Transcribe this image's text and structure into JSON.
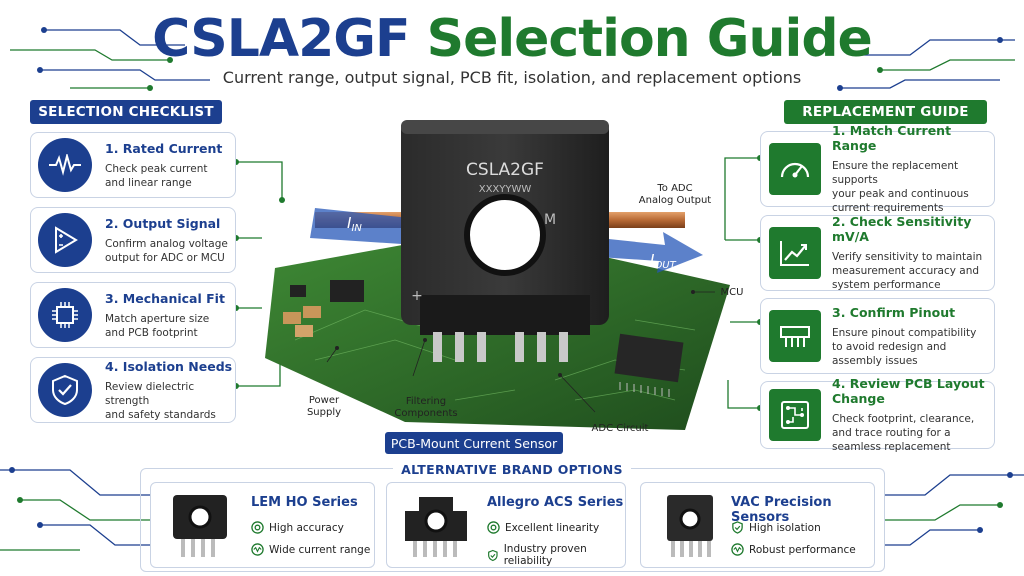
{
  "title": {
    "part1": "CSLA2GF",
    "part2": "Selection Guide"
  },
  "subtitle": "Current range, output signal, PCB fit, isolation, and replacement options",
  "checklist": {
    "heading": "SELECTION CHECKLIST",
    "items": [
      {
        "title": "1. Rated Current",
        "line1": "Check peak current",
        "line2": "and linear range",
        "icon": "waveform-icon"
      },
      {
        "title": "2. Output Signal",
        "line1": "Confirm analog voltage",
        "line2": "output for ADC or MCU",
        "icon": "amplifier-icon"
      },
      {
        "title": "3. Mechanical Fit",
        "line1": "Match aperture size",
        "line2": "and PCB footprint",
        "icon": "chip-icon"
      },
      {
        "title": "4. Isolation Needs",
        "line1": "Review dielectric strength",
        "line2": "and safety standards",
        "icon": "shield-check-icon"
      }
    ]
  },
  "replacement": {
    "heading": "REPLACEMENT GUIDE",
    "items": [
      {
        "title": "1. Match Current Range",
        "line1": "Ensure the replacement supports",
        "line2": "your peak and continuous",
        "line3": "current requirements",
        "icon": "gauge-icon"
      },
      {
        "title": "2. Check Sensitivity mV/A",
        "line1": "Verify sensitivity to maintain",
        "line2": "measurement accuracy and",
        "line3": "system performance",
        "icon": "trend-chart-icon"
      },
      {
        "title": "3. Confirm Pinout",
        "line1": "Ensure pinout compatibility",
        "line2": "to avoid redesign and",
        "line3": "assembly issues",
        "icon": "pinout-icon"
      },
      {
        "title": "4. Review PCB Layout Change",
        "line1": "Check footprint, clearance,",
        "line2": "and trace routing for a",
        "line3": "seamless replacement",
        "icon": "pcb-layout-icon"
      }
    ]
  },
  "sensor": {
    "model": "CSLA2GF",
    "code": "XXXYYWW",
    "mark": "M",
    "plus": "+",
    "iin": "I",
    "iin_sub": "IN",
    "iout": "I",
    "iout_sub": "OUT"
  },
  "callouts": {
    "adc_line1": "To ADC",
    "adc_line2": "Analog Output",
    "mcu": "MCU",
    "power_line1": "Power",
    "power_line2": "Supply",
    "filter_line1": "Filtering",
    "filter_line2": "Components",
    "adc_circuit": "ADC Circuit"
  },
  "pcb_label": "PCB-Mount Current Sensor",
  "alternatives": {
    "heading": "ALTERNATIVE BRAND OPTIONS",
    "items": [
      {
        "name": "LEM HO Series",
        "f1": "High accuracy",
        "f2": "Wide current range",
        "icon1": "target-icon",
        "icon2": "wave-icon"
      },
      {
        "name": "Allegro ACS Series",
        "f1": "Excellent linearity",
        "f2": "Industry proven reliability",
        "icon1": "target-icon",
        "icon2": "shield-icon"
      },
      {
        "name": "VAC Precision Sensors",
        "f1": "High isolation",
        "f2": "Robust performance",
        "icon1": "shield-icon",
        "icon2": "wave-icon"
      }
    ]
  },
  "colors": {
    "blue": "#1c3f8f",
    "green": "#1f7a2e",
    "copper": "#b86a35",
    "pcb": "#2f6b2a"
  }
}
